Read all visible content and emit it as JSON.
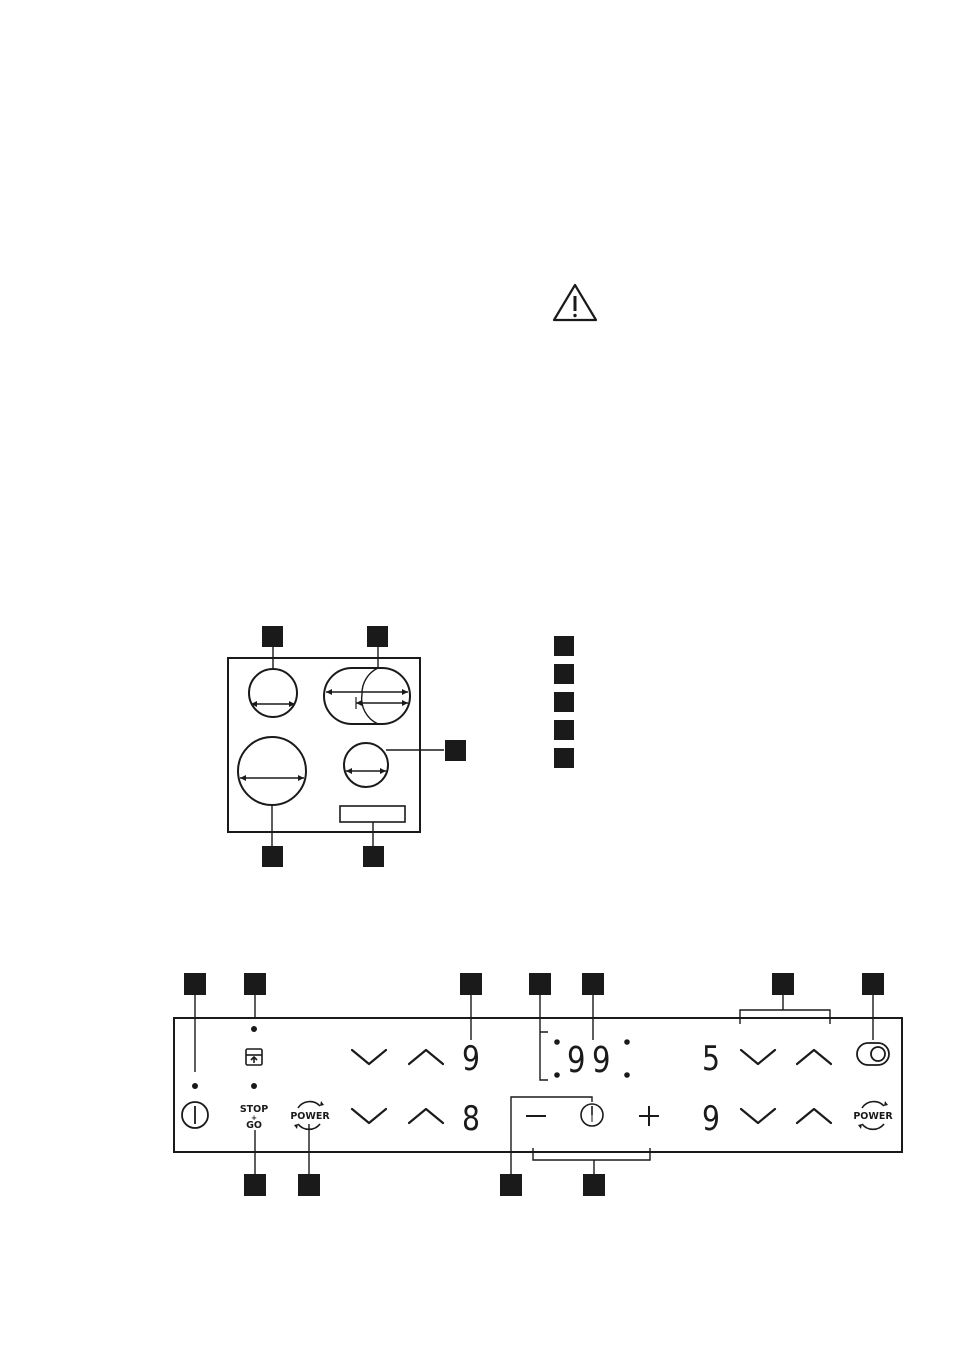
{
  "hob_layout": {
    "legend_box_count": 5,
    "heat_zone_count": 5
  },
  "control_panel": {
    "displays": {
      "front_left": "9",
      "rear_left": "8",
      "timer": "99",
      "front_right": "5",
      "rear_right": "9"
    },
    "labels": {
      "stop_go_top": "STOP",
      "stop_go_plus": "+",
      "stop_go_bottom": "GO",
      "power_left": "POWER",
      "power_right": "POWER"
    }
  },
  "colors": {
    "line": "#1a1a1a",
    "callout_box": "#1a1a1a",
    "background": "#ffffff"
  },
  "icons": {
    "warning": "warning-triangle-icon",
    "on_off": "on-off-icon",
    "lock": "lock-icon",
    "timer": "timer-icon",
    "bridge": "bridge-toggle-icon",
    "power": "power-boost-icon",
    "chevron_down": "chevron-down-icon",
    "chevron_up": "chevron-up-icon",
    "minus": "minus-icon",
    "plus": "plus-icon"
  }
}
